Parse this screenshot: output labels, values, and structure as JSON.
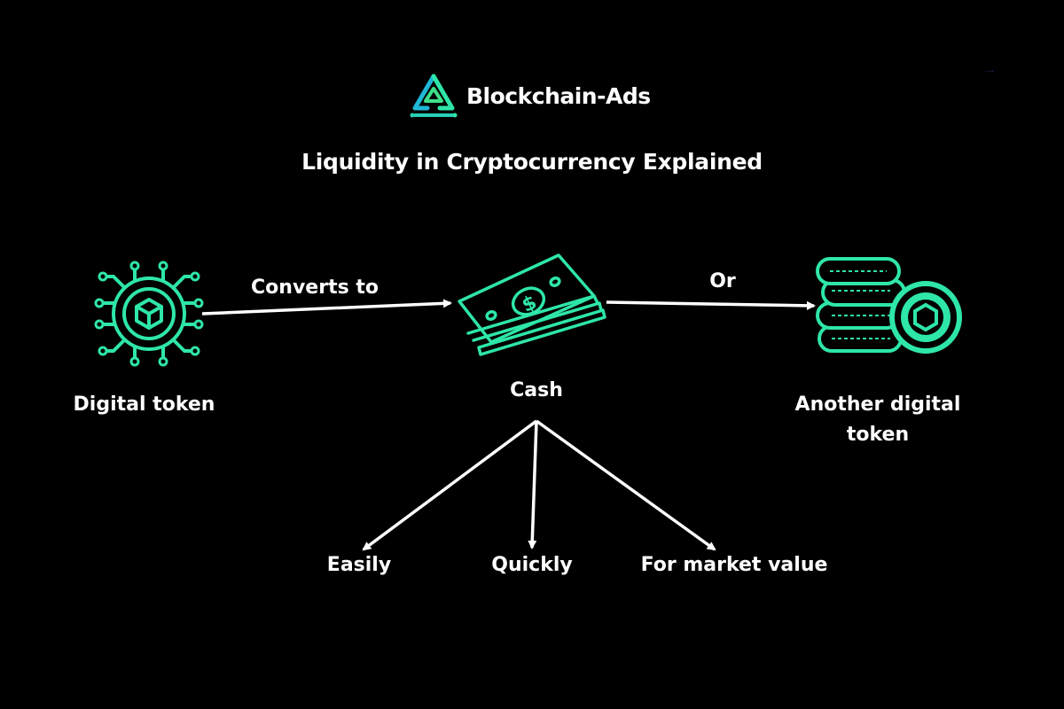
{
  "brand": {
    "name": "Blockchain-Ads",
    "logo_icon": "blockchain-ads-logo-icon"
  },
  "title": "Liquidity in Cryptocurrency Explained",
  "nodes": {
    "digital_token": "Digital token",
    "cash": "Cash",
    "another_token_line1": "Another digital",
    "another_token_line2": "token",
    "easily": "Easily",
    "quickly": "Quickly",
    "market_value": "For market value"
  },
  "edges": {
    "converts_to": "Converts to",
    "or": "Or"
  },
  "colors": {
    "background": "#000000",
    "accent": "#2ee6a8",
    "text": "#ffffff",
    "corner_arrow": "#1a1a44"
  },
  "corner_icon": "arrow-right-icon"
}
